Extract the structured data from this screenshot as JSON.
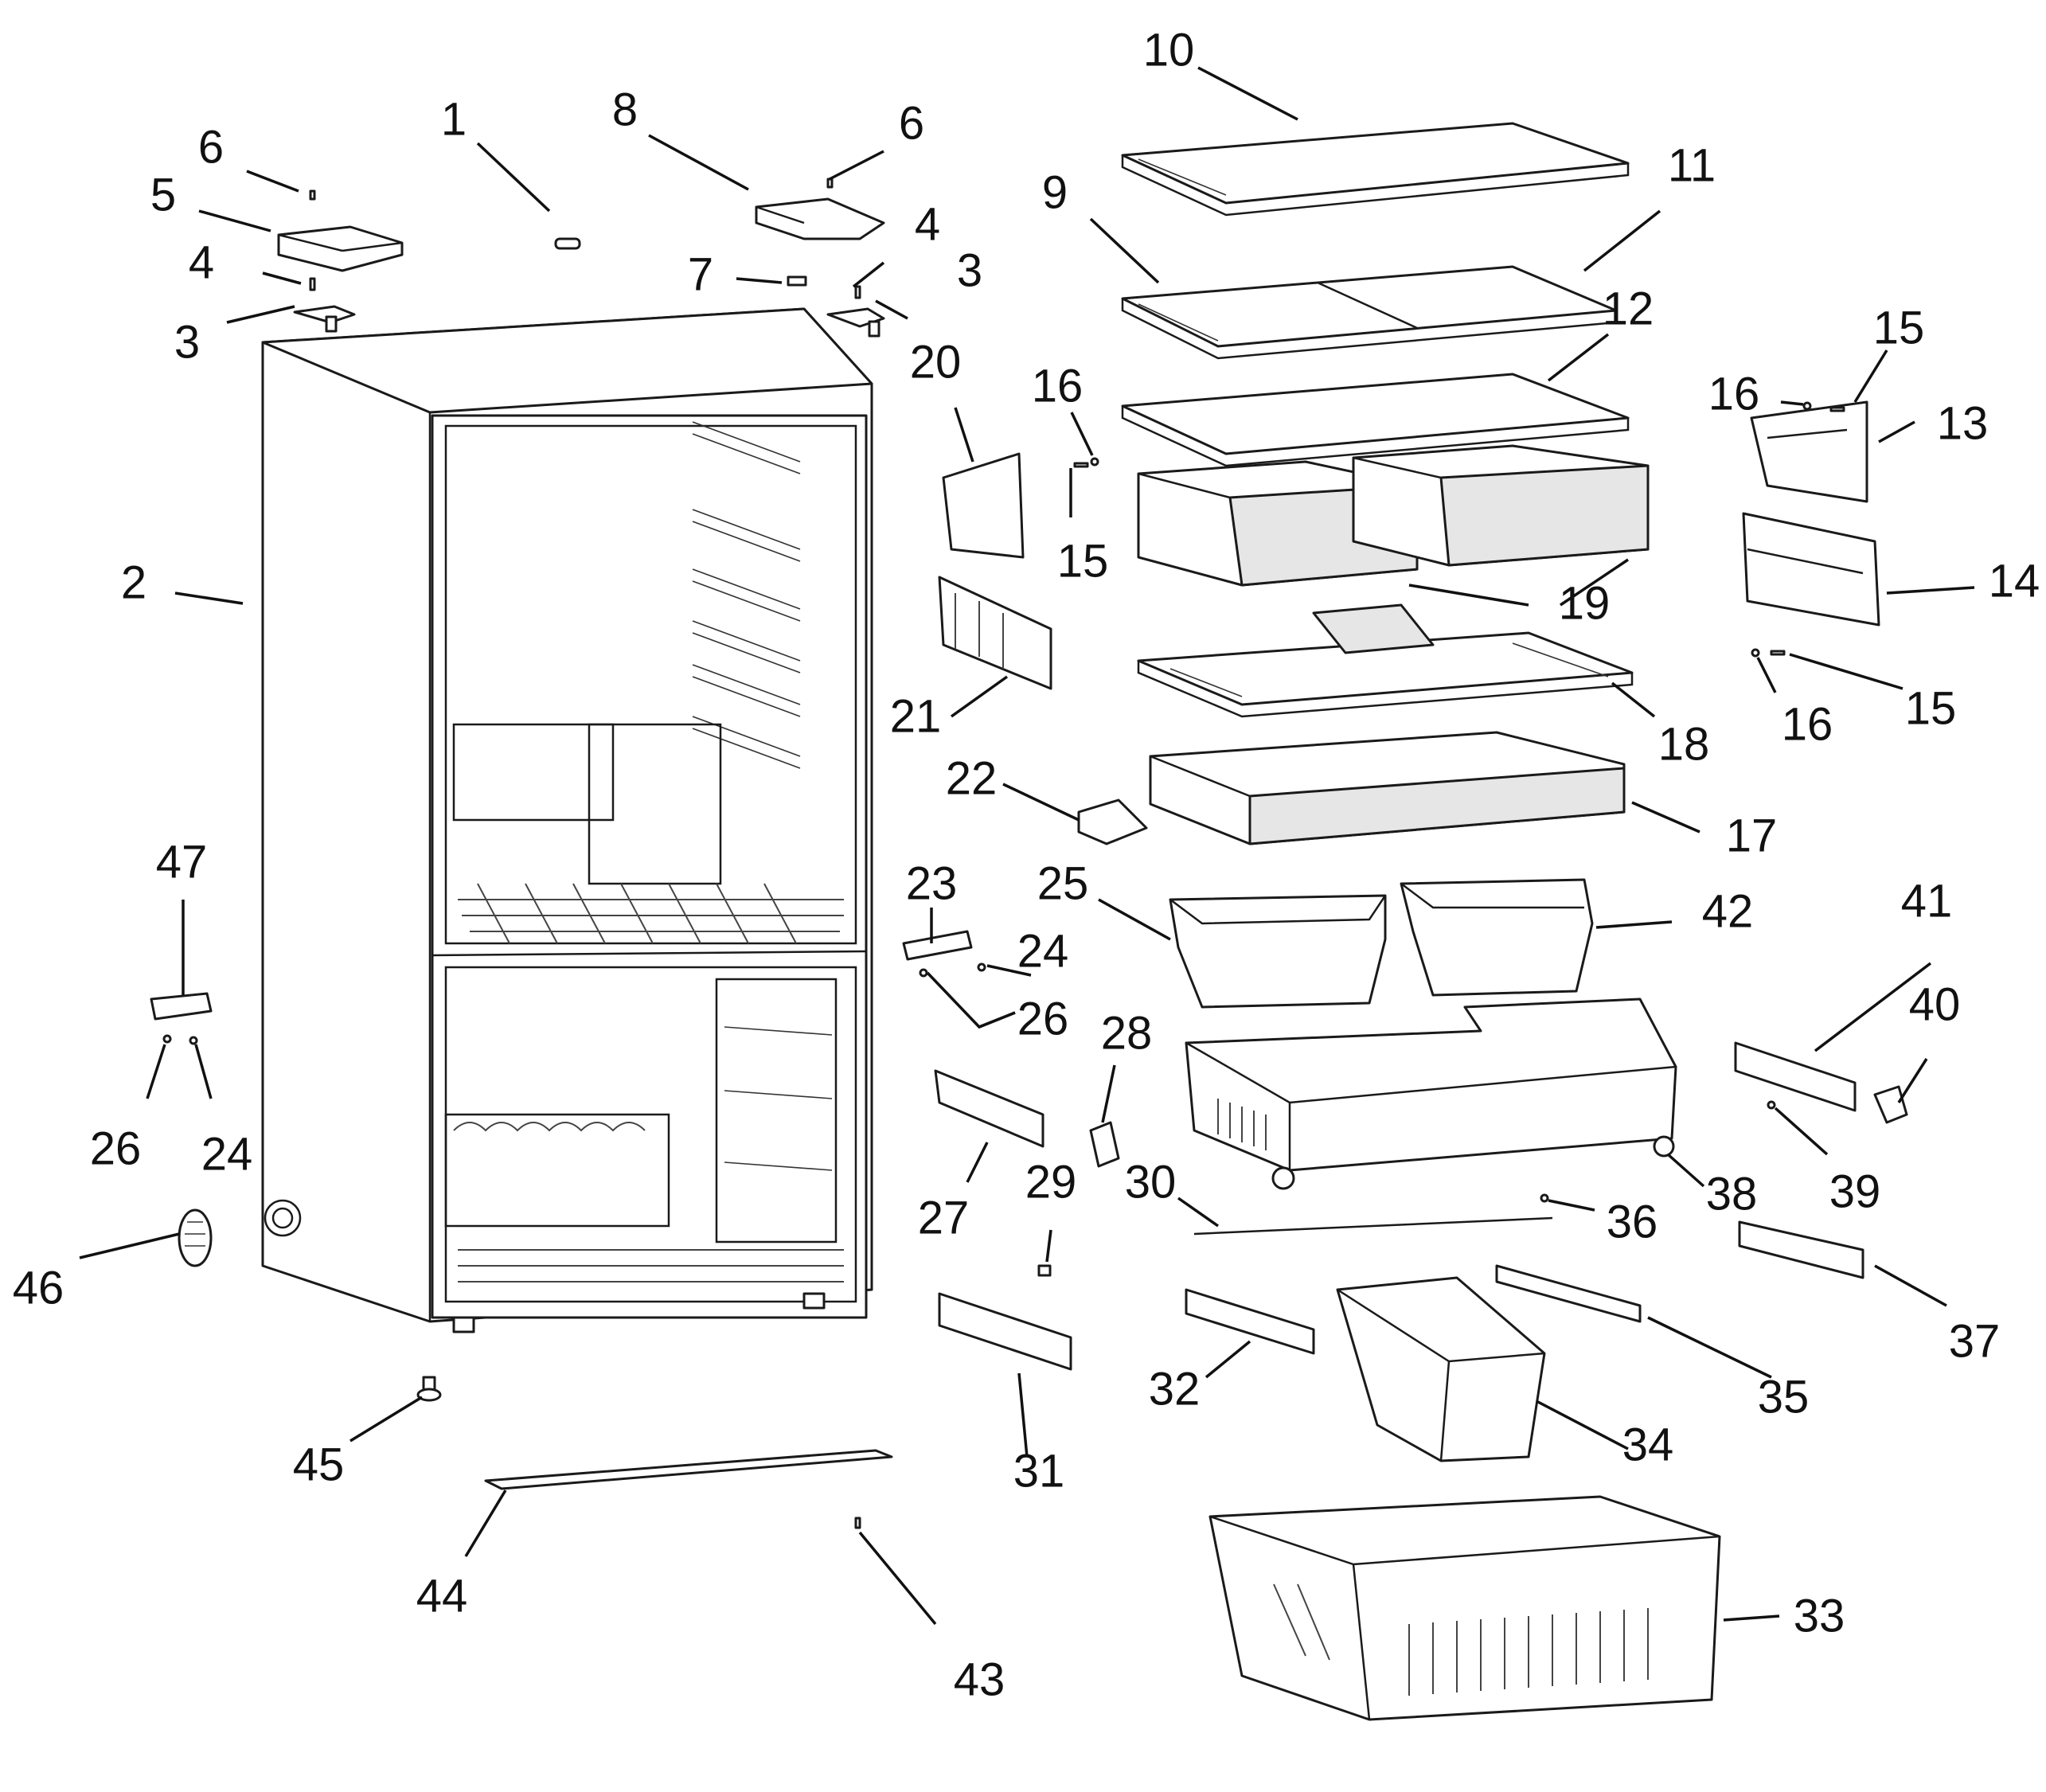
{
  "diagram": {
    "callouts": [
      {
        "id": "c-1",
        "label": "1"
      },
      {
        "id": "c-2",
        "label": "2"
      },
      {
        "id": "c-3a",
        "label": "3"
      },
      {
        "id": "c-3b",
        "label": "3"
      },
      {
        "id": "c-4a",
        "label": "4"
      },
      {
        "id": "c-4b",
        "label": "4"
      },
      {
        "id": "c-5",
        "label": "5"
      },
      {
        "id": "c-6a",
        "label": "6"
      },
      {
        "id": "c-6b",
        "label": "6"
      },
      {
        "id": "c-7",
        "label": "7"
      },
      {
        "id": "c-8",
        "label": "8"
      },
      {
        "id": "c-9",
        "label": "9"
      },
      {
        "id": "c-10",
        "label": "10"
      },
      {
        "id": "c-11",
        "label": "11"
      },
      {
        "id": "c-12",
        "label": "12"
      },
      {
        "id": "c-13",
        "label": "13"
      },
      {
        "id": "c-14",
        "label": "14"
      },
      {
        "id": "c-15a",
        "label": "15"
      },
      {
        "id": "c-15b",
        "label": "15"
      },
      {
        "id": "c-15c",
        "label": "15"
      },
      {
        "id": "c-16a",
        "label": "16"
      },
      {
        "id": "c-16b",
        "label": "16"
      },
      {
        "id": "c-16c",
        "label": "16"
      },
      {
        "id": "c-17",
        "label": "17"
      },
      {
        "id": "c-18",
        "label": "18"
      },
      {
        "id": "c-19",
        "label": "19"
      },
      {
        "id": "c-20",
        "label": "20"
      },
      {
        "id": "c-21",
        "label": "21"
      },
      {
        "id": "c-22",
        "label": "22"
      },
      {
        "id": "c-23",
        "label": "23"
      },
      {
        "id": "c-24a",
        "label": "24"
      },
      {
        "id": "c-24b",
        "label": "24"
      },
      {
        "id": "c-25",
        "label": "25"
      },
      {
        "id": "c-26a",
        "label": "26"
      },
      {
        "id": "c-26b",
        "label": "26"
      },
      {
        "id": "c-27",
        "label": "27"
      },
      {
        "id": "c-28",
        "label": "28"
      },
      {
        "id": "c-29",
        "label": "29"
      },
      {
        "id": "c-30",
        "label": "30"
      },
      {
        "id": "c-31",
        "label": "31"
      },
      {
        "id": "c-32",
        "label": "32"
      },
      {
        "id": "c-33",
        "label": "33"
      },
      {
        "id": "c-34",
        "label": "34"
      },
      {
        "id": "c-35",
        "label": "35"
      },
      {
        "id": "c-36",
        "label": "36"
      },
      {
        "id": "c-37",
        "label": "37"
      },
      {
        "id": "c-38",
        "label": "38"
      },
      {
        "id": "c-39",
        "label": "39"
      },
      {
        "id": "c-40",
        "label": "40"
      },
      {
        "id": "c-41",
        "label": "41"
      },
      {
        "id": "c-42",
        "label": "42"
      },
      {
        "id": "c-43",
        "label": "43"
      },
      {
        "id": "c-44",
        "label": "44"
      },
      {
        "id": "c-45",
        "label": "45"
      },
      {
        "id": "c-46",
        "label": "46"
      },
      {
        "id": "c-47",
        "label": "47"
      }
    ]
  }
}
